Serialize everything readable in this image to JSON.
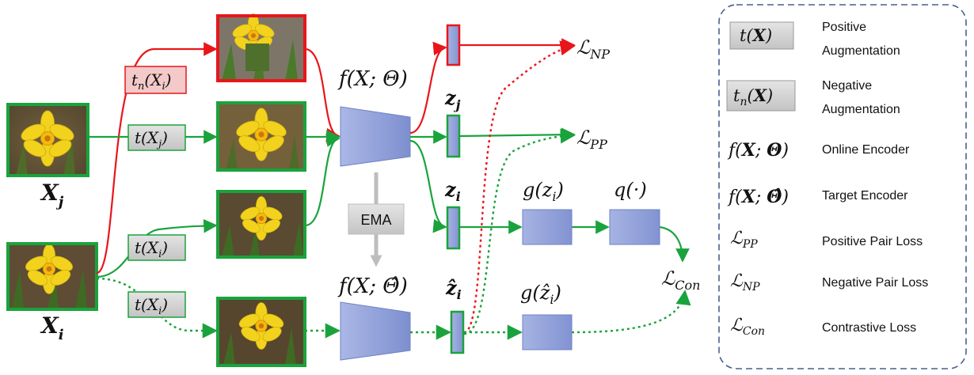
{
  "inputs": {
    "xj_label": "X",
    "xj_sub": "j",
    "xi_label": "X",
    "xi_sub": "i"
  },
  "aug_boxes": {
    "neg_fn": "t",
    "neg_fn_sub": "n",
    "neg_arg": "(X",
    "neg_arg_sub": "i",
    "pos_j_fn": "t(X",
    "pos_j_sub": "j",
    "pos_i_fn": "t(X",
    "pos_i_sub": "i",
    "pos_i2_fn": "t(X",
    "pos_i2_sub": "i",
    "close": ")"
  },
  "encoders": {
    "online": "f(X; Θ)",
    "target": "f(X; Θ̂)",
    "ema": "EMA"
  },
  "embeddings": {
    "zj": "z",
    "zj_sub": "j",
    "zi": "z",
    "zi_sub": "i",
    "zhat": "ẑ",
    "zhat_sub": "i"
  },
  "heads": {
    "g_online": "g(z",
    "g_online_sub": "i",
    "q": "q(·)",
    "g_target": "g(ẑ",
    "g_target_sub": "i",
    "close": ")"
  },
  "losses": {
    "L": "ℒ",
    "np": "NP",
    "pp": "PP",
    "con": "Con"
  },
  "legend": {
    "items": [
      {
        "symbol": "t(X)",
        "text": "Positive Augmentation"
      },
      {
        "symbol": "tₙ(X)",
        "text": "Negative Augmentation"
      },
      {
        "symbol": "f(X; Θ)",
        "text": "Online Encoder"
      },
      {
        "symbol": "f(X; Θ̂)",
        "text": "Target Encoder"
      },
      {
        "symbol": "ℒPP",
        "text": "Positive Pair Loss"
      },
      {
        "symbol": "ℒNP",
        "text": "Negative Pair Loss"
      },
      {
        "symbol": "ℒCon",
        "text": "Contrastive Loss"
      }
    ],
    "pos_line1": "Positive",
    "pos_line2": "Augmentation",
    "neg_line1": "Negative",
    "neg_line2": "Augmentation",
    "online": "Online Encoder",
    "target": "Target Encoder",
    "pp": "Positive Pair Loss",
    "np": "Negative Pair Loss",
    "con": "Contrastive Loss"
  },
  "colors": {
    "green": "#1aa33c",
    "red": "#e8161b",
    "encoder_fill": "#8fa0d8",
    "aug_fill": "#cfcfcf",
    "neg_aug_fill": "#f4c9c9",
    "legend_border": "#4a5f8c"
  }
}
